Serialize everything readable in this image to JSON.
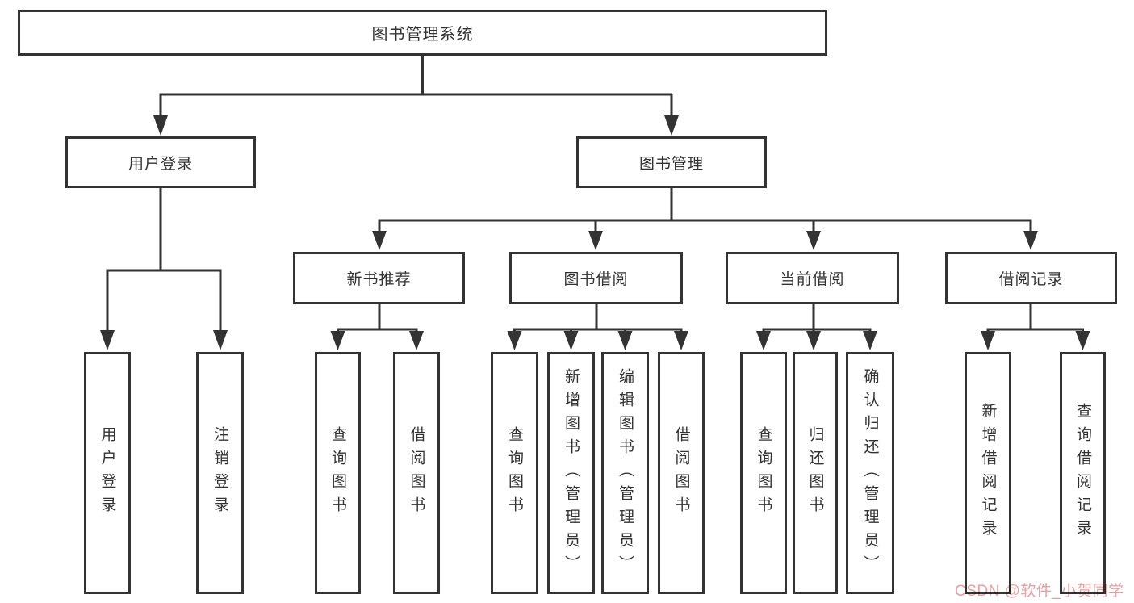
{
  "diagram": {
    "title": "图书管理系统",
    "nodes": {
      "root": "图书管理系统",
      "user_login": "用户登录",
      "book_management": "图书管理",
      "new_book_recommend": "新书推荐",
      "book_borrow": "图书借阅",
      "current_borrow": "当前借阅",
      "borrow_record": "借阅记录",
      "leaf_user_login": "用户登录",
      "leaf_logout": "注销登录",
      "leaf_nbr_query_book": "查询图书",
      "leaf_nbr_borrow_book": "借阅图书",
      "leaf_bb_query_book": "查询图书",
      "leaf_bb_add_book": "新增图书（管理员）",
      "leaf_bb_edit_book": "编辑图书（管理员）",
      "leaf_bb_borrow_book": "借阅图书",
      "leaf_cb_query_book": "查询图书",
      "leaf_cb_return_book": "归还图书",
      "leaf_cb_confirm_return": "确认归还（管理员）",
      "leaf_br_add_record": "新增借阅记录",
      "leaf_br_query_record": "查询借阅记录"
    }
  },
  "watermark": {
    "text": "CSDN @软件_小贺同学",
    "color": "#e89f9f"
  },
  "colors": {
    "line": "#333333",
    "border": "#333333",
    "text": "#333333",
    "background": "#ffffff"
  }
}
